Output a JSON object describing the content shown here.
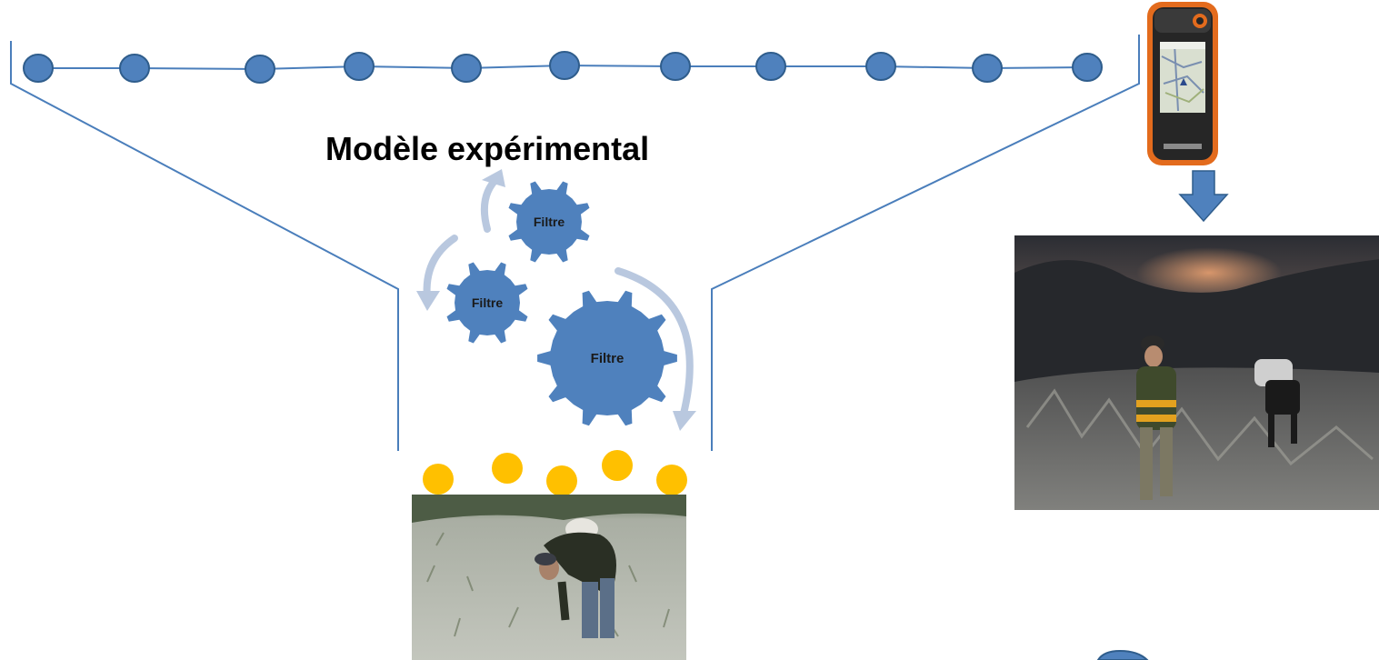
{
  "title": "Modèle expérimental",
  "gears": [
    {
      "label": "Filtre"
    },
    {
      "label": "Filtre"
    },
    {
      "label": "Filtre"
    }
  ],
  "track_points": 11,
  "sample_dots": 5,
  "colors": {
    "track": "#4a7ebb",
    "track_dot_fill": "#4f81bd",
    "track_dot_stroke": "#2f5d8c",
    "gear": "#4f81bd",
    "cycle_arrow": "#b9c8df",
    "sample_dot": "#ffc000",
    "down_arrow": "#4f81bd",
    "gps_body": "#e36b1d"
  },
  "icons": [
    "gps-device-icon",
    "down-arrow-icon",
    "gear-icon",
    "cycle-arrow-icon"
  ],
  "photos": [
    "night-walk-photo",
    "field-sampling-photo"
  ]
}
